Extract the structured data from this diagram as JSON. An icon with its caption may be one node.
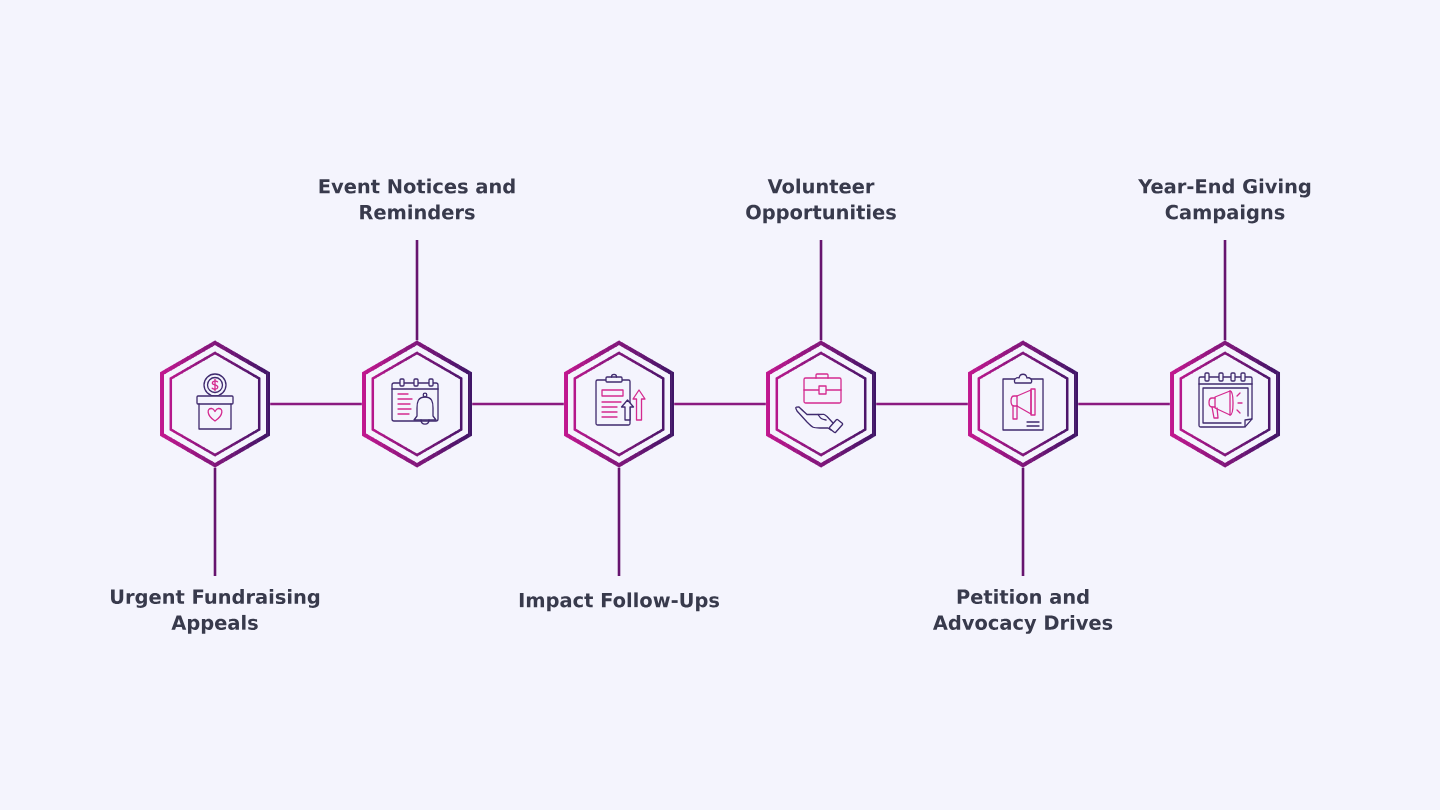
{
  "diagram": {
    "nodes": [
      {
        "text": [],
        "shape": "hexagon"
      },
      {
        "text": [],
        "shape": "hexagon"
      },
      {
        "text": [],
        "shape": "hexagon"
      },
      {
        "text": [],
        "shape": "hexagon"
      },
      {
        "text": [],
        "shape": "hexagon"
      },
      {
        "text": [],
        "shape": "hexagon"
      },
      {
        "text": [
          "Urgent Fundraising Appeals"
        ]
      },
      {
        "text": [
          "Event Notices and Reminders"
        ]
      },
      {
        "text": [
          "Impact Follow-Ups"
        ]
      },
      {
        "text": [
          "Volunteer Opportunities"
        ]
      },
      {
        "text": [
          "Petition and Advocacy Drives"
        ]
      },
      {
        "text": [
          "Year-End Giving Campaigns"
        ]
      }
    ],
    "edges": [
      {
        "from": 0,
        "to": 1,
        "arrow": "none",
        "color": "#8a1a80"
      },
      {
        "from": 1,
        "to": 2,
        "arrow": "none",
        "color": "#8a1a80"
      },
      {
        "from": 2,
        "to": 3,
        "arrow": "none",
        "color": "#8a1a80"
      },
      {
        "from": 3,
        "to": 4,
        "arrow": "none",
        "color": "#8a1a80"
      },
      {
        "from": 4,
        "to": 5,
        "arrow": "none",
        "color": "#8a1a80"
      },
      {
        "from": 6,
        "to": 0,
        "arrow": "none"
      },
      {
        "from": 7,
        "to": 1,
        "arrow": "none"
      },
      {
        "from": 8,
        "to": 2,
        "arrow": "none"
      },
      {
        "from": 9,
        "to": 3,
        "arrow": "none"
      },
      {
        "from": 10,
        "to": 4,
        "arrow": "none"
      },
      {
        "from": 11,
        "to": 5,
        "arrow": "none"
      }
    ]
  }
}
